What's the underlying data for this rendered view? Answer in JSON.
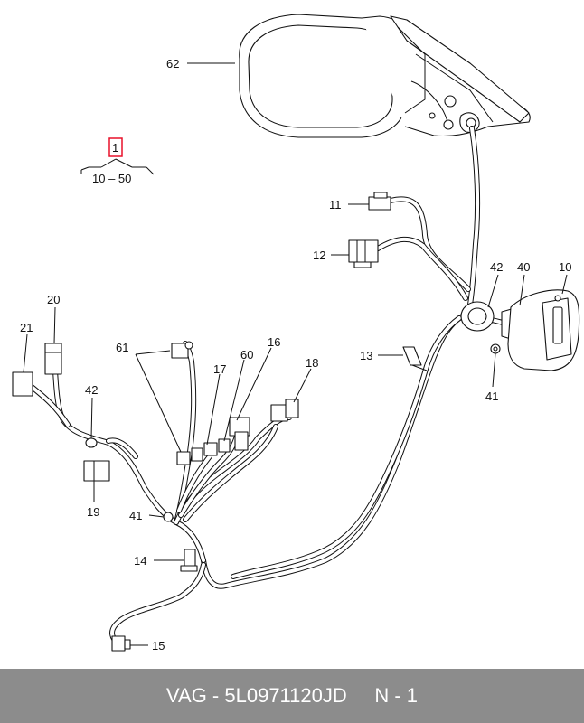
{
  "diagram": {
    "callouts": {
      "c62": "62",
      "c1": "1",
      "range": "10 – 50",
      "c11": "11",
      "c12": "12",
      "c42a": "42",
      "c40": "40",
      "c10": "10",
      "c13": "13",
      "c41a": "41",
      "c20": "20",
      "c21": "21",
      "c42b": "42",
      "c19": "19",
      "c61": "61",
      "c17": "17",
      "c60": "60",
      "c16": "16",
      "c18": "18",
      "c41b": "41",
      "c14": "14",
      "c15": "15"
    },
    "highlight_color": "#e8102a"
  },
  "footer": {
    "brand": "VAG",
    "separator": " - ",
    "part_number": "5L0971120JD",
    "page": "N - 1"
  }
}
